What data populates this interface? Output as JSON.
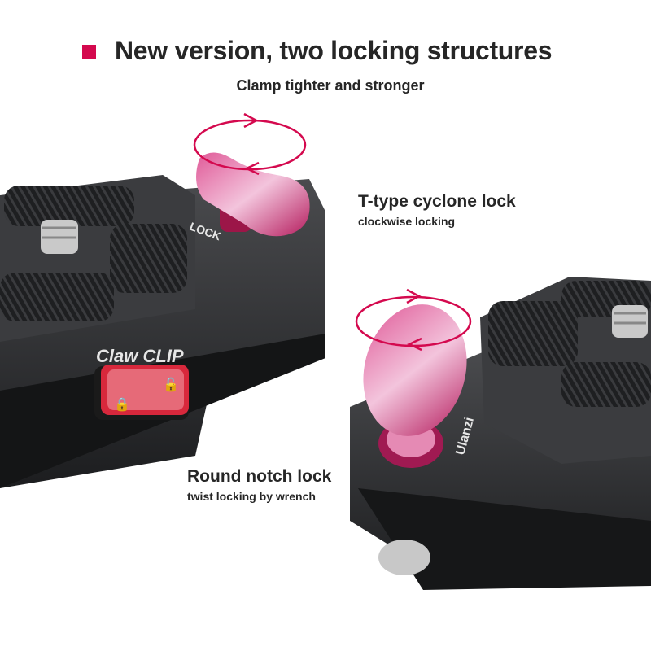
{
  "header": {
    "title": "New version, two locking structures",
    "subtitle": "Clamp tighter and stronger",
    "accent_color": "#d4094e"
  },
  "callouts": [
    {
      "heading": "T-type cyclone lock",
      "detail": "clockwise locking"
    },
    {
      "heading": "Round notch lock",
      "detail": "twist locking by wrench"
    }
  ],
  "product": {
    "left_brand": "Claw CLIP",
    "lock_label": "LOCK",
    "right_brand": "Ulanzi",
    "lock_color": "#c8286a",
    "body_color": "#2d2e30",
    "rotation_arrow_color": "#d4094e"
  }
}
